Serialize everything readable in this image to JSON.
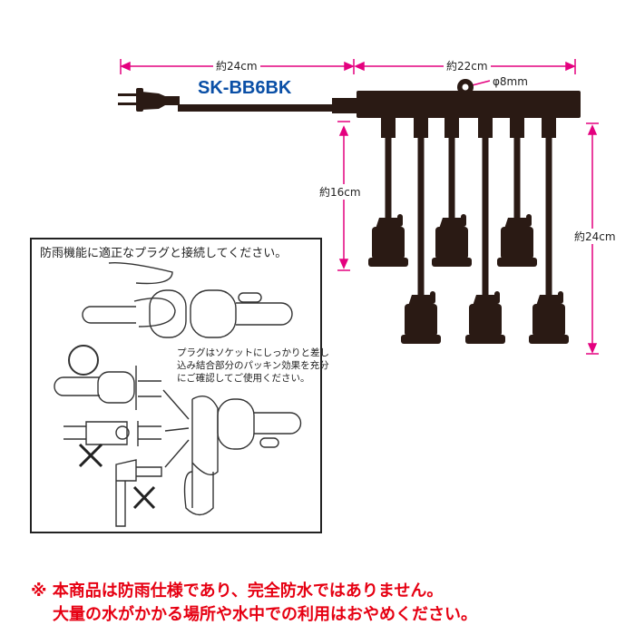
{
  "product": {
    "model": "SK-BB6BK"
  },
  "dimensions": {
    "cord_length": "約24cm",
    "bar_length": "約22cm",
    "hole_diameter": "φ8mm",
    "short_drop": "約16cm",
    "long_drop": "約24cm"
  },
  "instruction_box": {
    "title": "防雨機能に適正なプラグと接続してください。",
    "note": "プラグはソケットにしっかりと差し込み結合部分のパッキン効果を充分にご確認してご使用ください。",
    "ok_mark": "○",
    "ng_mark": "×"
  },
  "warning": {
    "line1": "※ 本商品は防雨仕様であり、完全防水ではありません。",
    "line2": "大量の水がかかる場所や水中での利用はおやめください。"
  },
  "colors": {
    "dimension": "#e4007f",
    "product": "#2a1a14",
    "model": "#0a4fa6",
    "warning": "#e60012"
  }
}
